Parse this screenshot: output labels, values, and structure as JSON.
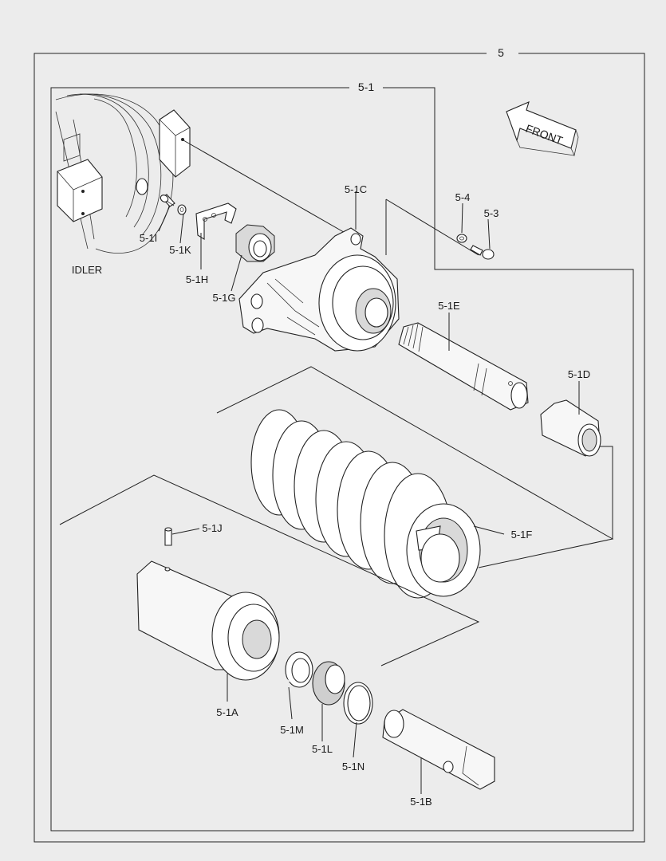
{
  "diagram": {
    "group_label": "5",
    "subgroup_label": "5-1",
    "direction_label": "FRONT",
    "context_label": "IDLER",
    "callouts": {
      "p5_1A": "5-1A",
      "p5_1B": "5-1B",
      "p5_1C": "5-1C",
      "p5_1D": "5-1D",
      "p5_1E": "5-1E",
      "p5_1F": "5-1F",
      "p5_1G": "5-1G",
      "p5_1H": "5-1H",
      "p5_1I": "5-1I",
      "p5_1J": "5-1J",
      "p5_1K": "5-1K",
      "p5_1L": "5-1L",
      "p5_1M": "5-1M",
      "p5_1N": "5-1N",
      "p5_3": "5-3",
      "p5_4": "5-4"
    }
  }
}
